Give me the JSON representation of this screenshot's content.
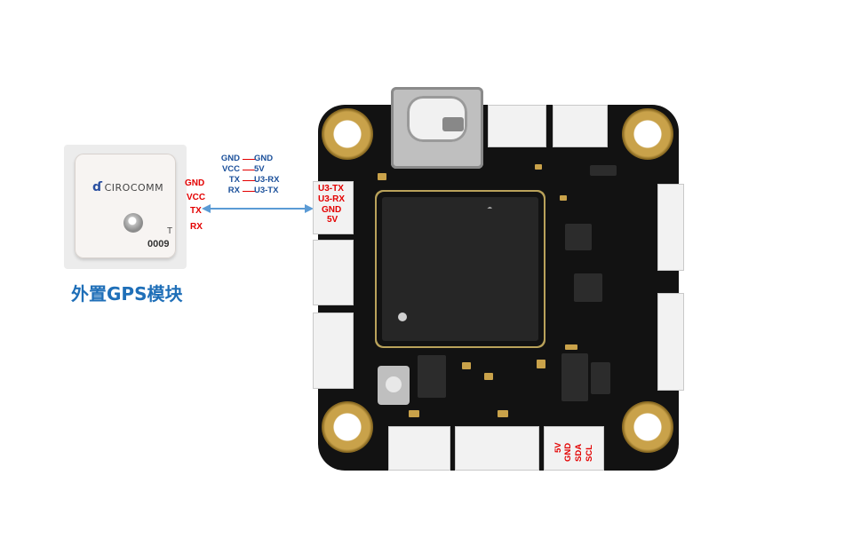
{
  "gps": {
    "brand": "CIROCOMM",
    "marking_t": "T",
    "marking_code": "0009",
    "pins": [
      "GND",
      "VCC",
      "TX",
      "RX"
    ],
    "title": "外置GPS模块"
  },
  "wiring": [
    {
      "left": "GND",
      "right": "GND"
    },
    {
      "left": "VCC",
      "right": "5V"
    },
    {
      "left": "TX",
      "right": "U3-RX"
    },
    {
      "left": "RX",
      "right": "U3-TX"
    }
  ],
  "uart_port": [
    "U3-TX",
    "U3-RX",
    "GND",
    "5V"
  ],
  "i2c_port": [
    "5V",
    "GND",
    "SDA",
    "SCL"
  ],
  "colors": {
    "pin_label": "#e30000",
    "mapping": "#1a4f9a",
    "title": "#1f6fb8",
    "arrow": "#5b9bd5"
  }
}
